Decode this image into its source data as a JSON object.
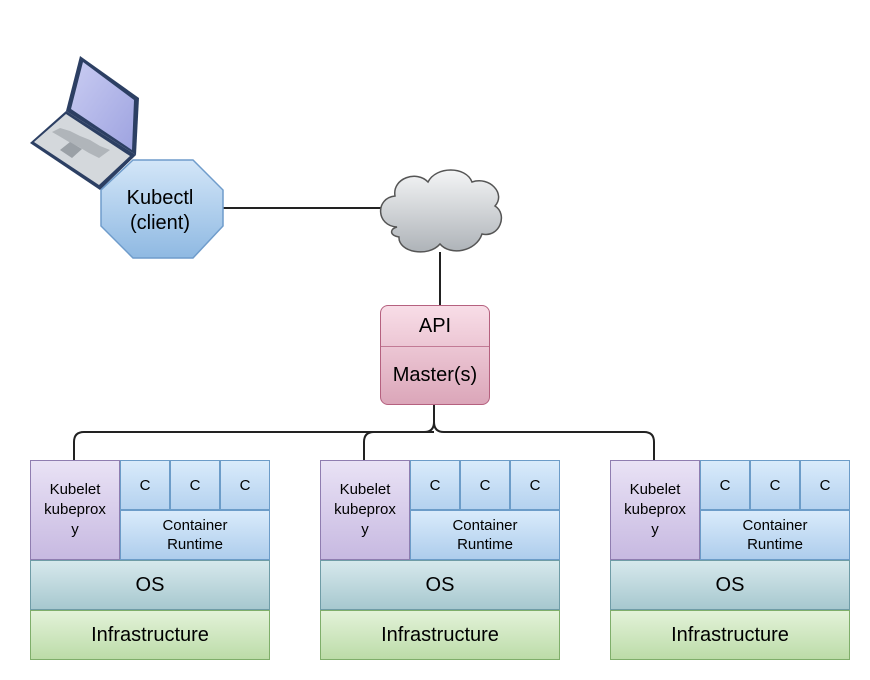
{
  "client": {
    "line1": "Kubectl",
    "line2": "(client)"
  },
  "master": {
    "api_label": "API",
    "master_label": "Master(s)"
  },
  "nodes": [
    {
      "kubelet_lines": [
        "Kubelet",
        "kubeprox",
        "y"
      ],
      "containers": [
        "C",
        "C",
        "C"
      ],
      "runtime_lines": [
        "Container",
        "Runtime"
      ],
      "os": "OS",
      "infrastructure": "Infrastructure"
    },
    {
      "kubelet_lines": [
        "Kubelet",
        "kubeprox",
        "y"
      ],
      "containers": [
        "C",
        "C",
        "C"
      ],
      "runtime_lines": [
        "Container",
        "Runtime"
      ],
      "os": "OS",
      "infrastructure": "Infrastructure"
    },
    {
      "kubelet_lines": [
        "Kubelet",
        "kubeprox",
        "y"
      ],
      "containers": [
        "C",
        "C",
        "C"
      ],
      "runtime_lines": [
        "Container",
        "Runtime"
      ],
      "os": "OS",
      "infrastructure": "Infrastructure"
    }
  ],
  "icons": {
    "laptop": "laptop-icon",
    "cloud": "cloud-icon",
    "client_shape": "octagon"
  },
  "colors": {
    "client": "#aacbea",
    "master": "#e7b8c8",
    "kubelet": "#d6cbeb",
    "container": "#c3dcf3",
    "os": "#bcd6dc",
    "infrastructure": "#cfe6bf",
    "cloud": "#d0d4d8"
  }
}
